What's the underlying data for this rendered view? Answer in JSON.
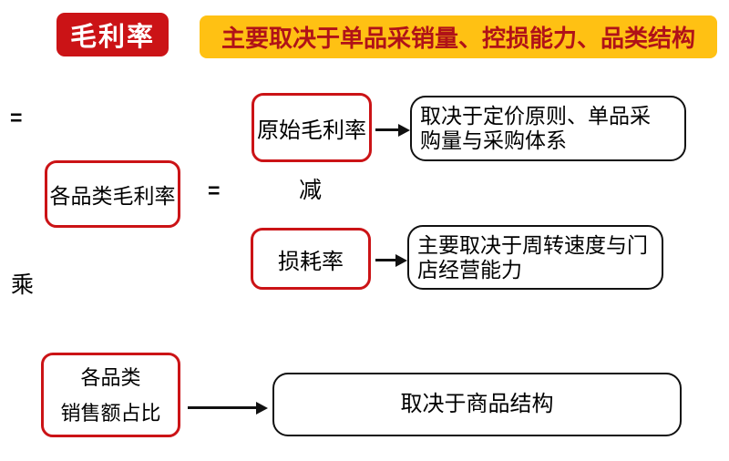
{
  "colors": {
    "red": "#cb1316",
    "gold": "#ffc113",
    "dark_red_text": "#b01218",
    "line_black": "#111111"
  },
  "header": {
    "title": "毛利率",
    "banner": "主要取决于单品采销量、控损能力、品类结构"
  },
  "diagram": {
    "operators": {
      "equals_left": "=",
      "equals_mid": "=",
      "minus": "减",
      "multiply": "乘"
    },
    "boxes": {
      "category_margin": {
        "label": "各品类毛利率"
      },
      "original_margin": {
        "label": "原始毛利率"
      },
      "loss_rate": {
        "label": "损耗率"
      },
      "sales_share": {
        "lines": [
          "各品类",
          "销售额占比"
        ]
      },
      "pricing_note": {
        "lines": [
          "取决于定价原则、单品采",
          "购量与采购体系"
        ]
      },
      "turnover_note": {
        "lines": [
          "主要取决于周转速度与门",
          "店经营能力"
        ]
      },
      "structure_note": {
        "label": "取决于商品结构"
      }
    }
  }
}
